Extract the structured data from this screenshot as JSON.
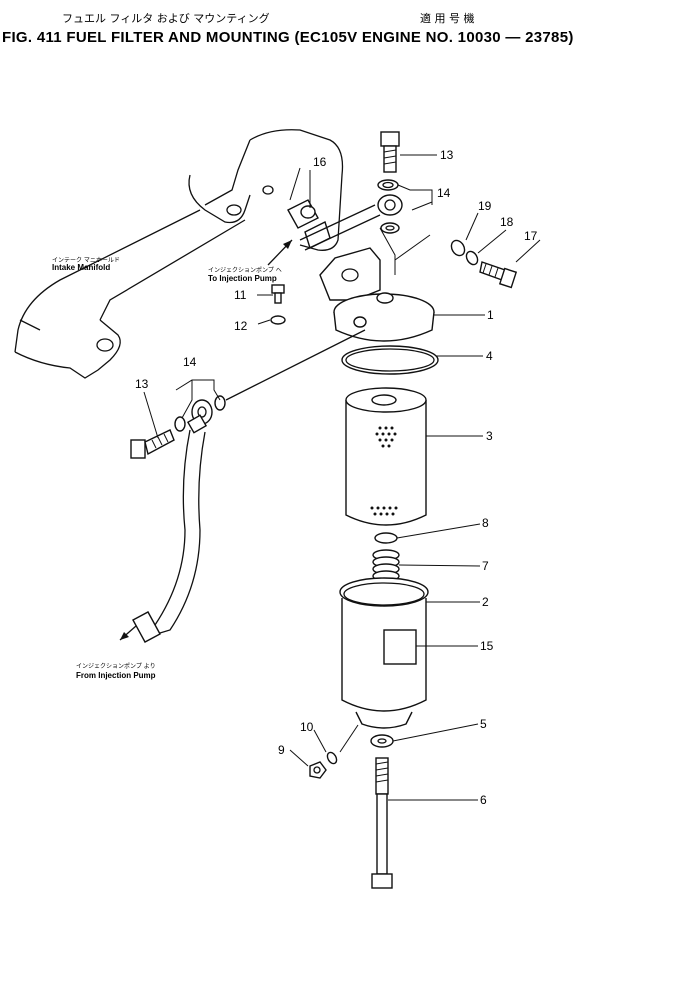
{
  "header": {
    "title_jp": "フュエル フィルタ および マウンティング",
    "applicability_jp": "適 用 号 機",
    "title": "FIG. 411  FUEL  FILTER  AND  MOUNTING  (EC105V  ENGINE  NO.  10030 — 23785)"
  },
  "labels": {
    "intake_jp": "インテーク マニホールド",
    "intake": "Intake Manifold",
    "to_pump_jp": "インジェクションポンプ へ",
    "to_pump": "To Injection Pump",
    "from_pump_jp": "インジェクションポンプ より",
    "from_pump": "From Injection Pump"
  },
  "callouts": {
    "p1": "1",
    "p2": "2",
    "p3": "3",
    "p4": "4",
    "p5": "5",
    "p6": "6",
    "p7": "7",
    "p8": "8",
    "p9": "9",
    "p10": "10",
    "p11": "11",
    "p12": "12",
    "p13a": "13",
    "p13b": "13",
    "p14a": "14",
    "p14b": "14",
    "p15": "15",
    "p16": "16",
    "p17": "17",
    "p18": "18",
    "p19": "19"
  }
}
